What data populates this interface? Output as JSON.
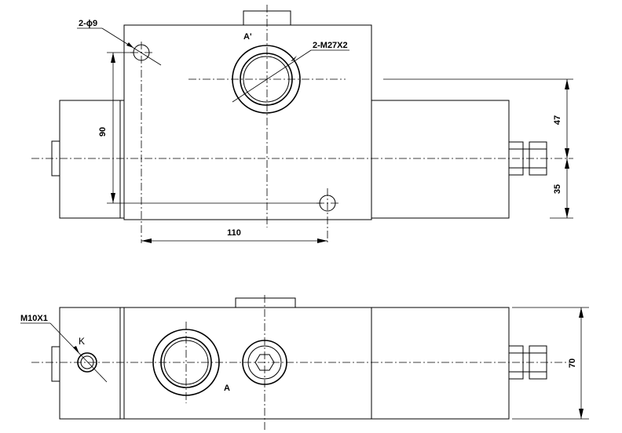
{
  "top_view": {
    "hole_callout": "2-ϕ9",
    "port_callout": "2-M27X2",
    "port_label": "A'",
    "dim_height": "90",
    "dim_width": "110",
    "dim_upper": "47",
    "dim_lower": "35"
  },
  "bottom_view": {
    "thread_callout": "M10X1",
    "detail_label": "K",
    "port_label": "A",
    "dim_height": "70"
  }
}
